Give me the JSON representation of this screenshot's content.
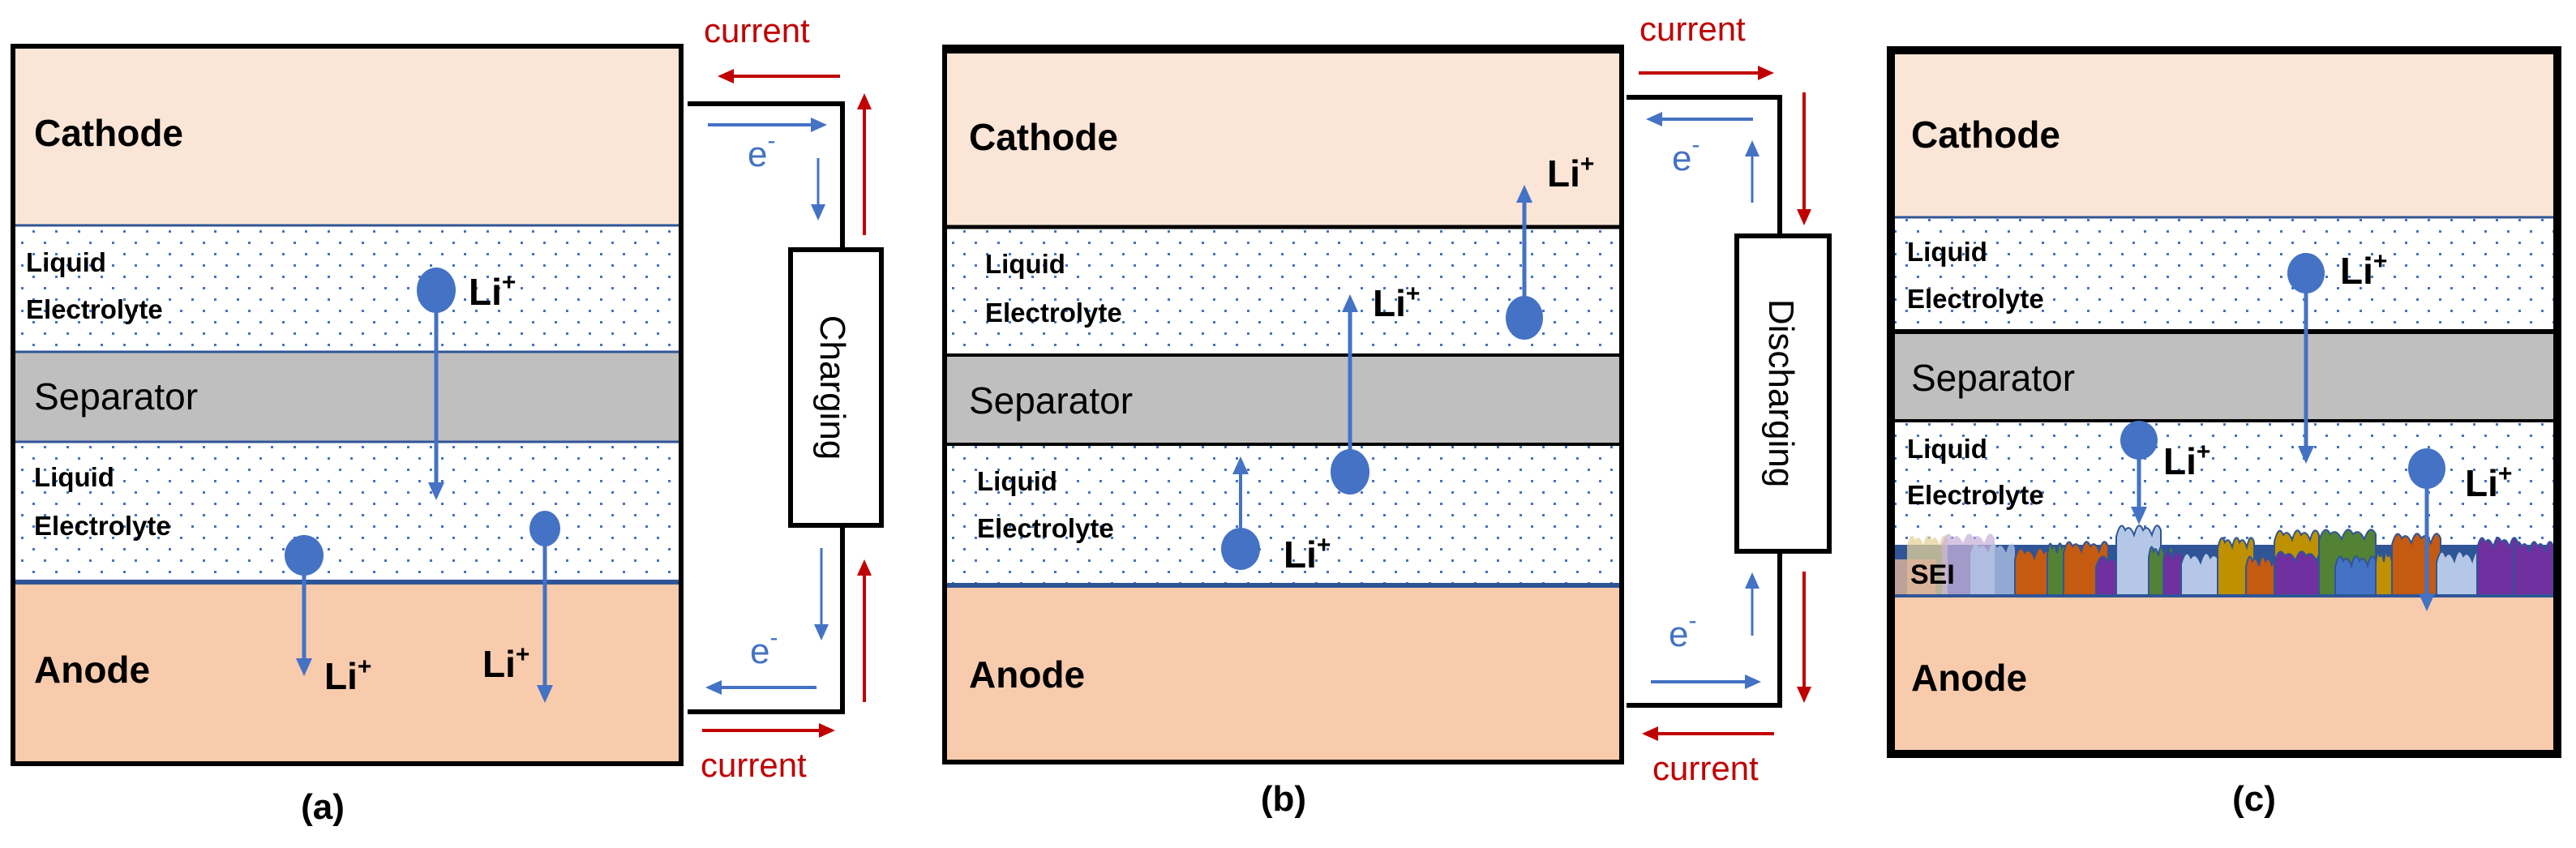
{
  "figure": {
    "panels": [
      {
        "id": "a",
        "caption": "(a)",
        "mode_label": "Charging",
        "layers": {
          "cathode": "Cathode",
          "electrolyte_top": [
            "Liquid",
            "Electrolyte"
          ],
          "separator": "Separator",
          "electrolyte_bottom": [
            "Liquid",
            "Electrolyte"
          ],
          "anode": "Anode"
        },
        "current_label_top": "current",
        "current_label_bottom": "current",
        "electron_label": "e",
        "electron_charge": "-",
        "ion_label": "Li",
        "ion_charge": "+",
        "ion_direction": "toward-anode",
        "current_direction_top": "left",
        "current_direction_bottom": "right",
        "electron_flow": "cathode-to-anode"
      },
      {
        "id": "b",
        "caption": "(b)",
        "mode_label": "Discharging",
        "layers": {
          "cathode": "Cathode",
          "electrolyte_top": [
            "Liquid",
            "Electrolyte"
          ],
          "separator": "Separator",
          "electrolyte_bottom": [
            "Liquid",
            "Electrolyte"
          ],
          "anode": "Anode"
        },
        "current_label_top": "current",
        "current_label_bottom": "current",
        "electron_label": "e",
        "electron_charge": "-",
        "ion_label": "Li",
        "ion_charge": "+",
        "ion_direction": "toward-cathode",
        "current_direction_top": "right",
        "current_direction_bottom": "left",
        "electron_flow": "anode-to-cathode"
      },
      {
        "id": "c",
        "caption": "(c)",
        "layers": {
          "cathode": "Cathode",
          "electrolyte_top": [
            "Liquid",
            "Electrolyte"
          ],
          "separator": "Separator",
          "electrolyte_bottom": [
            "Liquid",
            "Electrolyte"
          ],
          "sei": "SEI",
          "anode": "Anode"
        },
        "ion_label": "Li",
        "ion_charge": "+",
        "ion_direction": "toward-anode-through-sei"
      }
    ],
    "colors": {
      "cathode": "#FBE5D6",
      "anode": "#F8CBAD",
      "separator": "#BFBFBF",
      "electrolyte_dots": "#4472C4",
      "ion": "#4472C4",
      "current": "#C00000",
      "electron": "#4472C4",
      "interface_line": "#2F5597",
      "sei_palette": [
        "#C55A11",
        "#7030A0",
        "#B4C7E7",
        "#548235",
        "#BF9000",
        "#4472C4"
      ]
    }
  }
}
